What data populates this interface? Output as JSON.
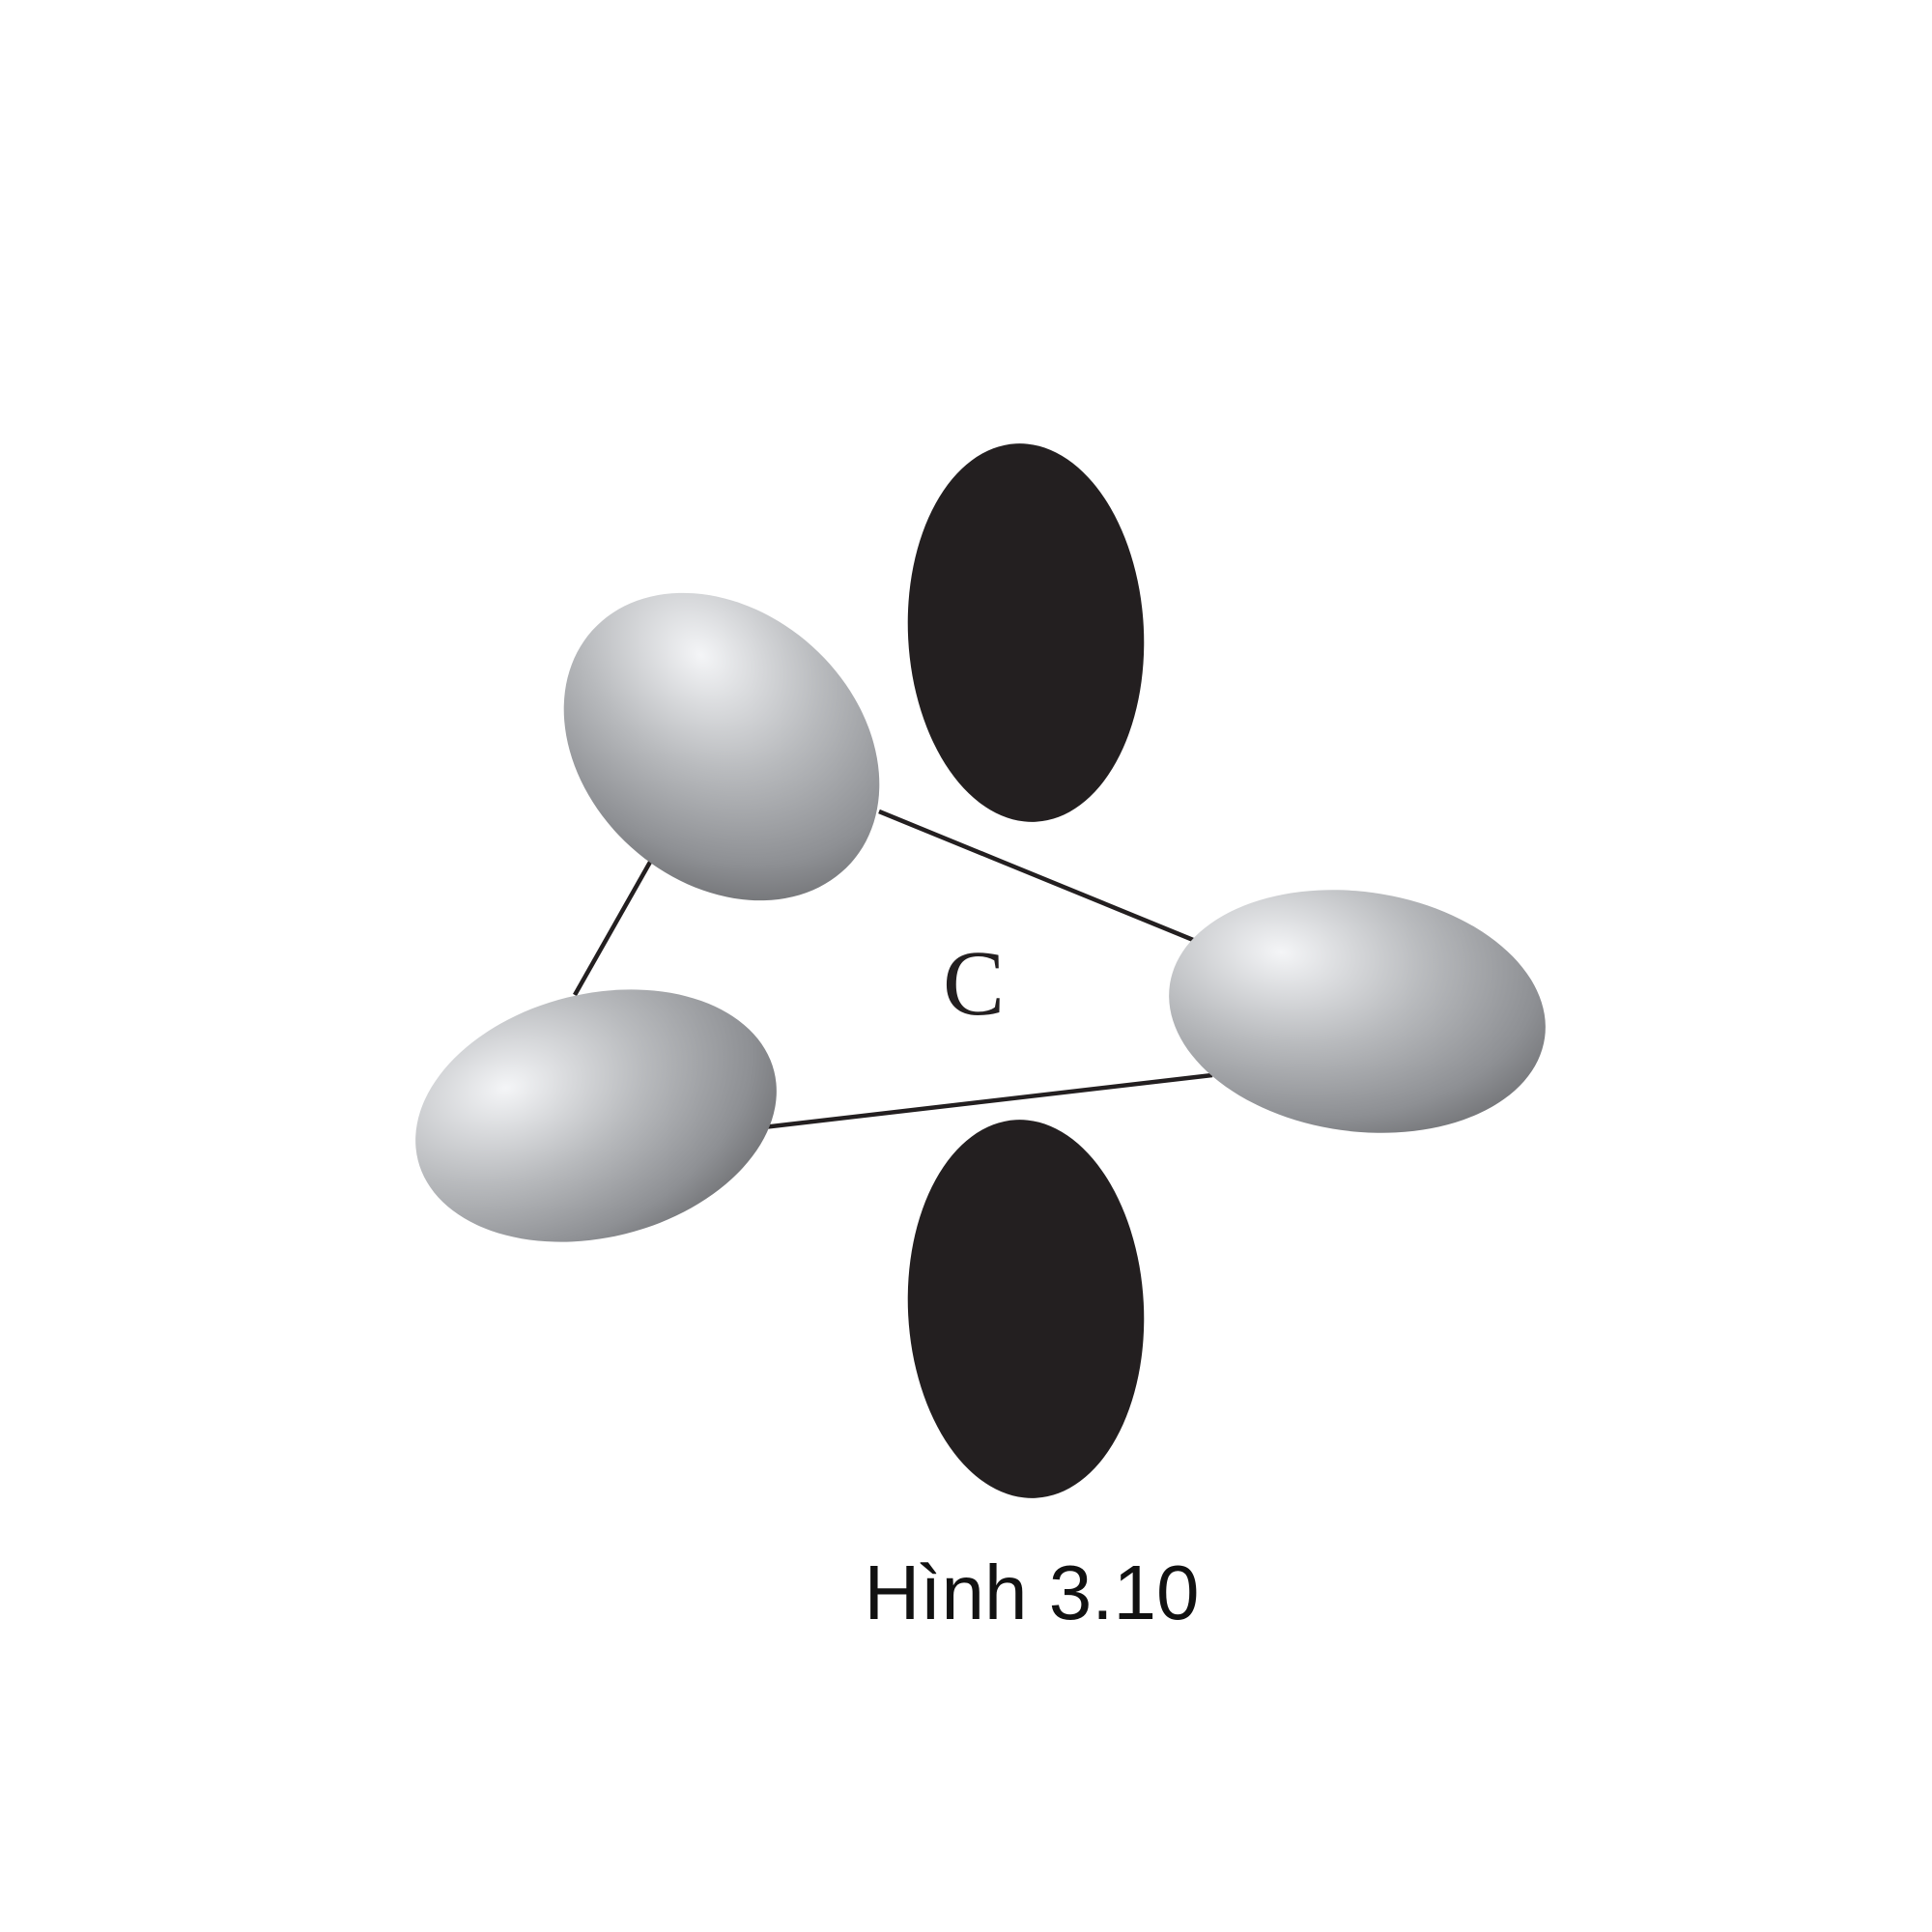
{
  "diagram": {
    "center_atom_label": "C",
    "caption": "Hình 3.10",
    "colors": {
      "p_orbital": "#231f20",
      "sp2_orbital_light": "#f4f5f7",
      "sp2_orbital_mid": "#a7a9ad",
      "sp2_orbital_dark": "#6d6e71",
      "bond_line": "#231f20"
    },
    "orbitals": [
      {
        "name": "p-orbital-top",
        "kind": "p"
      },
      {
        "name": "p-orbital-bottom",
        "kind": "p"
      },
      {
        "name": "sp2-orbital-upper-left",
        "kind": "sp2"
      },
      {
        "name": "sp2-orbital-lower-left",
        "kind": "sp2"
      },
      {
        "name": "sp2-orbital-right",
        "kind": "sp2"
      }
    ]
  }
}
